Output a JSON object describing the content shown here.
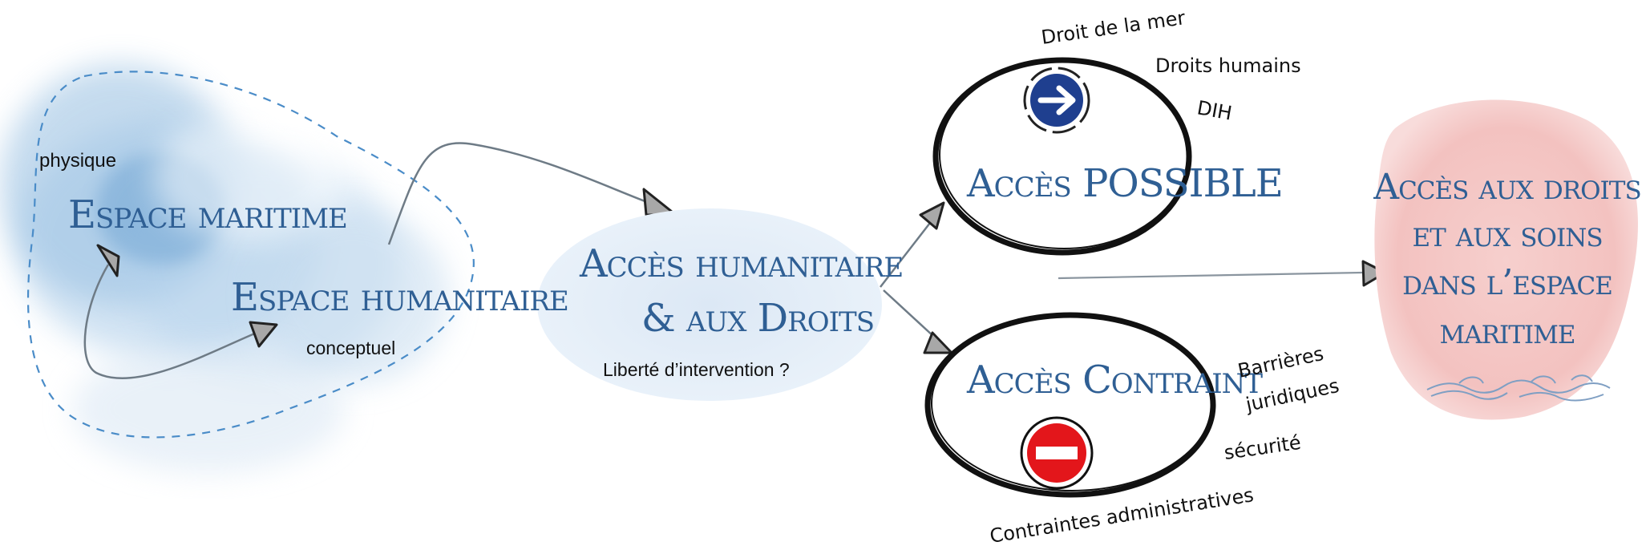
{
  "labels": {
    "physique": "physique",
    "espace_maritime": "Espace maritime",
    "espace_humanitaire": "Espace humanitaire",
    "conceptuel": "conceptuel",
    "acces_humanitaire_line1": "Accès humanitaire",
    "acces_humanitaire_line2": "& aux Droits",
    "liberte": "Liberté d’intervention ?",
    "acces_possible": "Accès POSSIBLE",
    "acces_contraint": "Accès Contraint",
    "droit_mer": "Droit de la mer",
    "droits_humains": "Droits humains",
    "dih": "DIH",
    "barrieres_line1": "Barrières",
    "barrieres_line2": "juridiques",
    "securite": "sécurité",
    "contraintes": "Contraintes administratives",
    "final_line1": "Accès aux droits",
    "final_line2": "et aux soins",
    "final_line3": "dans l’espace",
    "final_line4": "maritime"
  },
  "icons": {
    "direction_sign": "arrow-right-sign-icon",
    "no_entry_sign": "no-entry-sign-icon",
    "waves": "waves-icon"
  },
  "colors": {
    "title_blue": "#2f5f94",
    "watercolor_blue": "#5b9bd0",
    "pale_blue": "#e4eef8",
    "pink": "#f4c4c3",
    "sign_blue": "#1f3f8f",
    "sign_red": "#e3161b",
    "arrow_grey": "#7d8a96"
  }
}
